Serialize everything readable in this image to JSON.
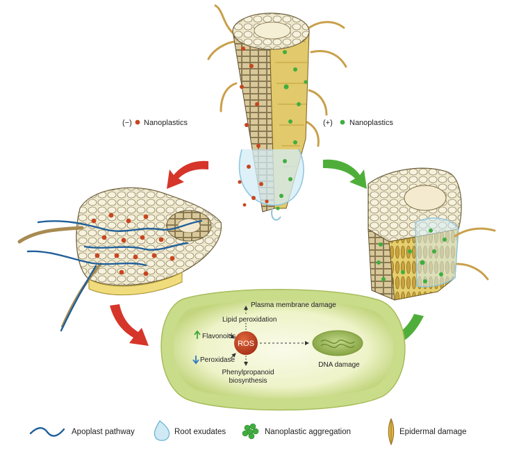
{
  "top_labels": {
    "negative_sign": "(−)",
    "negative_label": "Nanoplastics",
    "positive_sign": "(+)",
    "positive_label": "Nanoplastics"
  },
  "cell": {
    "ros": "ROS",
    "plasma_membrane_damage": "Plasma membrane damage",
    "lipid_peroxidation": "Lipid peroxidation",
    "flavonoids": "Flavonoids",
    "peroxidase": "Peroxidase",
    "phenylpropanoid_line1": "Phenylpropanoid",
    "phenylpropanoid_line2": "biosynthesis",
    "dna_damage": "DNA damage"
  },
  "legend": [
    {
      "icon": "apoplast-pathway-icon",
      "label": "Apoplast pathway"
    },
    {
      "icon": "root-exudates-icon",
      "label": "Root exudates"
    },
    {
      "icon": "nanoplastic-aggregation-icon",
      "label": "Nanoplastic aggregation"
    },
    {
      "icon": "epidermal-damage-icon",
      "label": "Epidermal damage"
    }
  ],
  "colors": {
    "negative_particle": "#c8451f",
    "positive_particle": "#3fae3f",
    "red_arrow": "#d6352a",
    "green_arrow": "#4fae3a",
    "apoplast": "#1f5f9a",
    "cell_outer": "#c9dc8a",
    "cell_inner": "#f6f8df",
    "ros": "#c9451f"
  }
}
